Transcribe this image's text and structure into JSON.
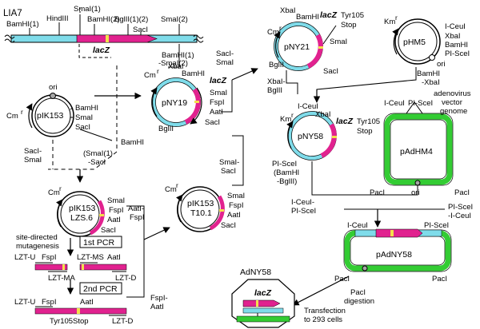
{
  "colors": {
    "cyan": "#7fdcea",
    "magenta": "#e1228f",
    "green": "#33cc33",
    "yellow": "#f4e04a",
    "grey": "#a6a6a6"
  },
  "lia7": {
    "title": "LIA7",
    "BamHI1": "BamHI(1)",
    "HindIII": "HindIII",
    "SmaI1": "SmaI(1)",
    "BamHI2": "BamHI(2)",
    "BglII12": "BglII(1)(2)",
    "SacI": "SacI",
    "SmaI2": "SmaI(2)",
    "lacZ": "lacZ"
  },
  "cut1": {
    "a": "BamHI(1)",
    "b": "-SmaI(2)"
  },
  "pIK153": {
    "name": "pIK153",
    "ori": "ori",
    "cm": "Cm",
    "r": "r",
    "BamHI": "BamHI",
    "SmaI": "SmaI",
    "SacI": "SacI",
    "cut_a": "SacI-",
    "cut_b": "SmaI",
    "cut_c": "(SmaI(1)",
    "cut_d": "-SacI",
    "bamhi_right": "BamHI"
  },
  "pNY19": {
    "name": "pNY19",
    "cm": "Cm",
    "r": "r",
    "XbaI": "XbaI",
    "BamHI": "BamHI",
    "lacZ": "lacZ",
    "SmaI": "SmaI",
    "FspI": "FspI",
    "AatI": "AatI",
    "SacI": "SacI",
    "BglII": "BglII",
    "cut_a": "SacI-",
    "cut_b": "SmaI"
  },
  "pNY21": {
    "name": "pNY21",
    "cm": "Cm",
    "r": "r",
    "XbaI": "XbaI",
    "BamHI": "BamHI",
    "lacZ": "lacZ",
    "tyr": "Tyr105",
    "stop": "Stop",
    "SmaI": "SmaI",
    "BglII": "BglII",
    "SacI": "SacI",
    "cut_a": "XbaI-",
    "cut_b": "BglII"
  },
  "pHM5": {
    "name": "pHM5",
    "km": "Km",
    "r": "r",
    "ICeuI": "I-CeuI",
    "XbaI": "XbaI",
    "BamHI": "BamHI",
    "PISceI": "PI-SceI",
    "ori": "ori",
    "cut_a": "BamHI",
    "cut_b": "-XbaI"
  },
  "pNY58": {
    "name": "pNY58",
    "km": "Km",
    "r": "r",
    "ICeuI": "I-CeuI",
    "XbaI": "XbaI",
    "lacZ": "lacZ",
    "tyr": "Tyr105",
    "stop": "Stop",
    "PISceI": "PI-SceI",
    "bam": "(BamHI",
    "bgl": "-BglII)",
    "cut_a": "I-CeuI-",
    "cut_b": "PI-SceI"
  },
  "pAdHM4": {
    "name": "pAdHM4",
    "ICeuI": "I-CeuI",
    "PISceI": "PI-SceI",
    "PacI1": "PacI",
    "ori": "ori",
    "PacI2": "PacI",
    "note1": "adenovirus",
    "note2": "vector",
    "note3": "genome",
    "cut_a": "PI-SceI",
    "cut_b": "-I-CeuI"
  },
  "pAdNY58": {
    "name": "pAdNY58",
    "ICeuI": "I-CeuI",
    "PISceI": "PI-SceI",
    "PacI1": "PacI",
    "PacI2": "PacI",
    "digest1": "PacI",
    "digest2": "digestion"
  },
  "pIK153LZS6": {
    "name1": "pIK153",
    "name2": "LZS.6",
    "cm": "Cm",
    "r": "r",
    "SmaI": "SmaI",
    "FspI": "FspI",
    "AatI": "AatI",
    "SacI": "SacI",
    "cut_a": "AatI-",
    "cut_b": "FspI",
    "note1": "site-directed",
    "note2": "mutagenesis"
  },
  "pIK153T101": {
    "name1": "pIK153",
    "name2": "T10.1",
    "cm": "Cm",
    "r": "r",
    "SmaI": "SmaI",
    "FspI": "FspI",
    "AatI": "AatI",
    "SacI": "SacI",
    "cut_a": "SmaI-",
    "cut_b": "SacI",
    "cut_c": "FspI-",
    "cut_d": "AatI"
  },
  "pcr": {
    "first": "1st PCR",
    "second": "2nd PCR",
    "LZTU": "LZT-U",
    "FspI": "FspI",
    "LZTMS": "LZT-MS",
    "AatI": "AatI",
    "LZTMA": "LZT-MA",
    "LZTD": "LZT-D",
    "LZTU2": "LZT-U",
    "FspI2": "FspI",
    "AatI2": "AatI",
    "tyrstop": "Tyr105Stop",
    "LZTD2": "LZT-D"
  },
  "adny58": {
    "title": "AdNY58",
    "lacZ": "lacZ",
    "trans1": "Transfection",
    "trans2": "to 293 cells"
  }
}
